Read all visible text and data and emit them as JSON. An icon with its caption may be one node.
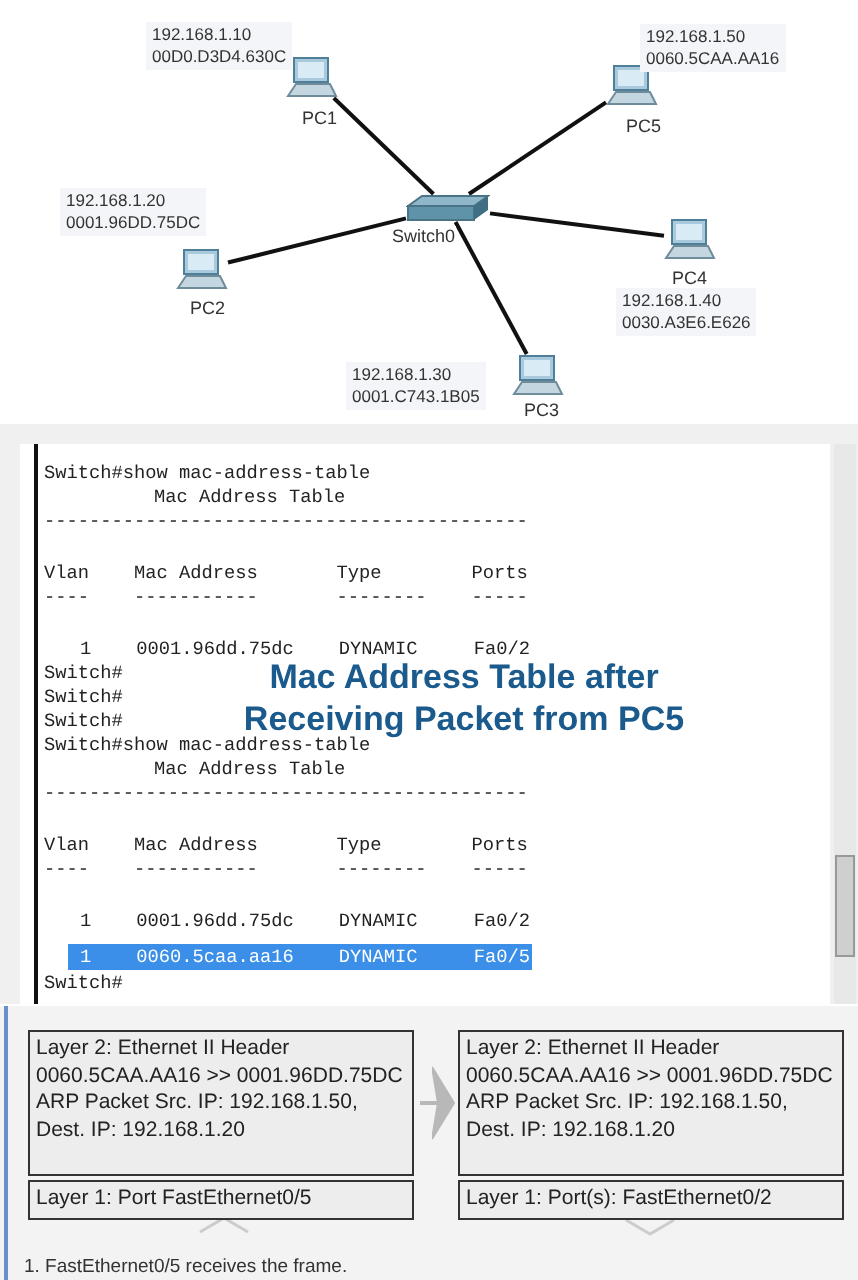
{
  "diagram": {
    "nodes": [
      {
        "text": [
          "PC1"
        ],
        "beside": [
          "192.168.1.10",
          "00D0.D3D4.630C"
        ]
      },
      {
        "text": [
          "PC5"
        ],
        "beside": [
          "192.168.1.50",
          "0060.5CAA.AA16"
        ]
      },
      {
        "text": [
          "Switch0"
        ]
      },
      {
        "text": [
          "PC2"
        ],
        "beside": [
          "192.168.1.20",
          "0001.96DD.75DC"
        ]
      },
      {
        "text": [
          "PC4"
        ],
        "beside": [
          "192.168.1.40",
          "0030.A3E6.E626"
        ]
      },
      {
        "text": [
          "PC3"
        ],
        "beside": [
          "192.168.1.30",
          "0001.C743.1B05"
        ]
      },
      {
        "text": [
          "Layer 2: Ethernet II Header",
          "0060.5CAA.AA16 >> 0001.96DD.75DC",
          "ARP Packet Src. IP: 192.168.1.50, Dest. IP: 192.168.1.20"
        ]
      },
      {
        "text": [
          "Layer 1: Port FastEthernet0/5"
        ]
      },
      {
        "text": [
          "Layer 2: Ethernet II Header",
          "0060.5CAA.AA16 >> 0001.96DD.75DC",
          "ARP Packet Src. IP: 192.168.1.50, Dest. IP: 192.168.1.20"
        ]
      },
      {
        "text": [
          "Layer 1: Port(s): FastEthernet0/2"
        ]
      }
    ],
    "edges": [
      {
        "from": 0,
        "to": 2,
        "arrow": "none"
      },
      {
        "from": 1,
        "to": 2,
        "arrow": "none"
      },
      {
        "from": 3,
        "to": 2,
        "arrow": "none"
      },
      {
        "from": 4,
        "to": 2,
        "arrow": "none"
      },
      {
        "from": 5,
        "to": 2,
        "arrow": "none"
      },
      {
        "from": 6,
        "to": 8,
        "arrow": "to",
        "color": "#b8b8b8"
      }
    ],
    "labels": [
      "Switch#show mac-address-table",
      "Mac Address Table",
      "-------------------------------------------",
      "Vlan    Mac Address       Type        Ports",
      "----    -----------       --------    -----",
      "1    0001.96dd.75dc    DYNAMIC     Fa0/2",
      "Switch#",
      "Mac Address Table after Receiving Packet from PC5",
      "Switch#",
      "Switch#",
      "Switch#show mac-address-table",
      "Mac Address Table",
      "-------------------------------------------",
      "Vlan    Mac Address       Type        Ports",
      "----    -----------       --------    -----",
      "1    0001.96dd.75dc    DYNAMIC     Fa0/2",
      "1    0060.5caa.aa16    DYNAMIC     Fa0/5",
      "Switch#",
      "1. FastEthernet0/5 receives the frame."
    ]
  }
}
